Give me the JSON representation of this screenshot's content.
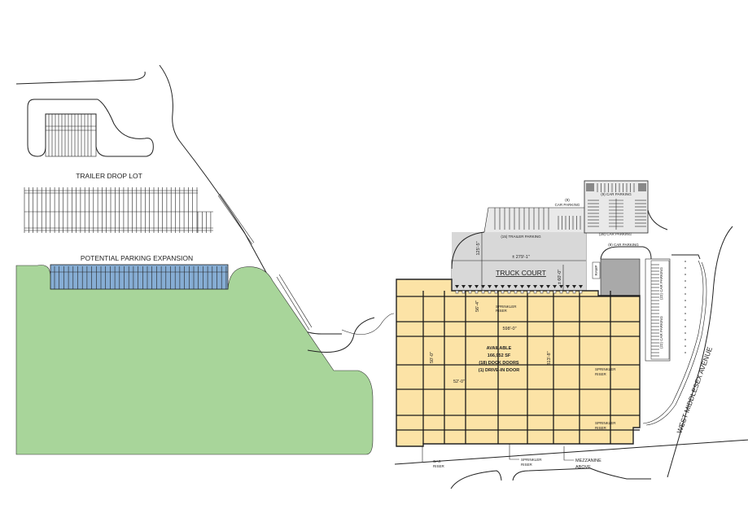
{
  "site_plan": {
    "colors": {
      "background": "#ffffff",
      "green_area": "#a8d59a",
      "building": "#fce3a6",
      "truck_court": "#d8d8d8",
      "parking_expansion": "#86add4",
      "pavement_stipple": "#e9e9e9",
      "office": "#a9a9a9",
      "line": "#222222"
    },
    "labels": {
      "trailer_drop_lot": "TRAILER DROP LOT",
      "potential_parking_expansion": "POTENTIAL PARKING EXPANSION",
      "truck_court": "TRUCK COURT",
      "trailer_parking": "(15) TRAILER PARKING",
      "car_parking_8_top": "(8)",
      "car_parking_8_top_b": "CAR PARKING",
      "car_parking_9": "(9) CAR PARKING",
      "car_parking_28": "(28) CAR PARKING",
      "car_parking_8_right": "(8) CAR PARKING",
      "car_parking_22a": "(22) CAR PARKING",
      "car_parking_22b": "(22) CAR PARKING",
      "ramp": "RAMP",
      "street": "WEST MIDDLESEX AVENUE",
      "mezzanine_1": "MEZZANINE",
      "mezzanine_2": "ABOVE",
      "gas_riser_1": "GAS",
      "gas_riser_2": "RISER",
      "sprinkler_riser_1": "SPRINKLER",
      "sprinkler_riser_2": "RISER"
    },
    "building": {
      "status": "AVAILABLE",
      "area": "166,952 SF",
      "dock_doors": "(18) DOCK DOORS",
      "drive_in": "(1) DRIVE-IN DOOR"
    },
    "dimensions": {
      "truck_court_width": "± 279'-1\"",
      "truck_court_depth": "125'-5\"",
      "apron": "± 60'-0\"",
      "speed_bay": "56'-4\"",
      "building_length": "598'-0\"",
      "building_depth": "313'-8\"",
      "column_bay_y": "50'-0\"",
      "column_bay_x": "52'-0\""
    }
  }
}
